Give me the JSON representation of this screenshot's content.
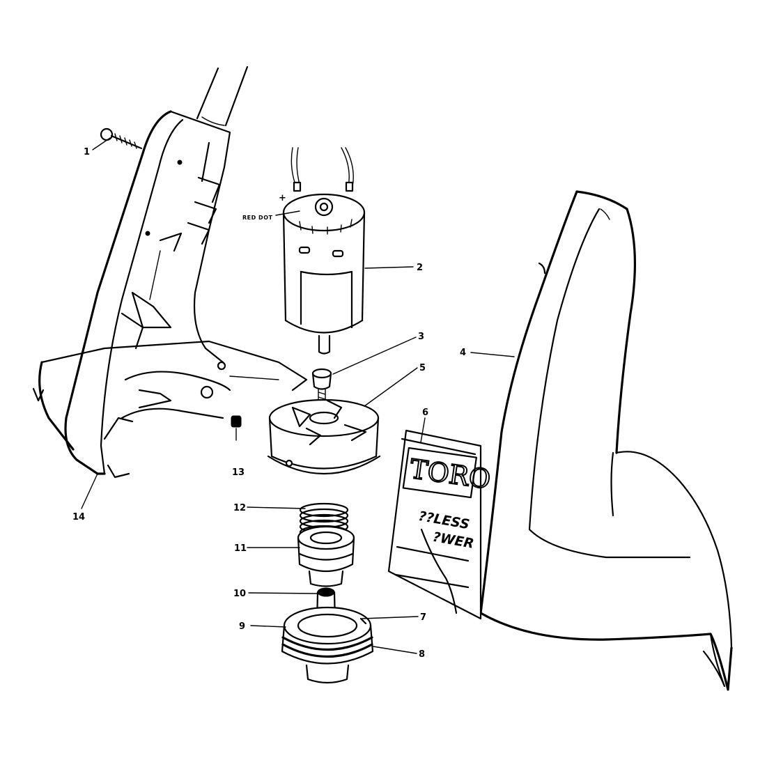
{
  "diagram": {
    "annotations": {
      "red_dot": "RED DOT",
      "plus": "+"
    },
    "decal": {
      "brand": "TORO",
      "line1": "??LESS",
      "line2": "?WER"
    },
    "callouts": [
      {
        "id": "1",
        "part": "screw"
      },
      {
        "id": "2",
        "part": "motor"
      },
      {
        "id": "3",
        "part": "bushing"
      },
      {
        "id": "4",
        "part": "right housing"
      },
      {
        "id": "5",
        "part": "fan housing"
      },
      {
        "id": "6",
        "part": "decal"
      },
      {
        "id": "7",
        "part": "spool retainer"
      },
      {
        "id": "8",
        "part": "hub"
      },
      {
        "id": "9",
        "part": "spool ring"
      },
      {
        "id": "10",
        "part": "shaft"
      },
      {
        "id": "11",
        "part": "bearing"
      },
      {
        "id": "12",
        "part": "spring"
      },
      {
        "id": "13",
        "part": "set screw"
      },
      {
        "id": "14",
        "part": "left housing"
      }
    ]
  }
}
